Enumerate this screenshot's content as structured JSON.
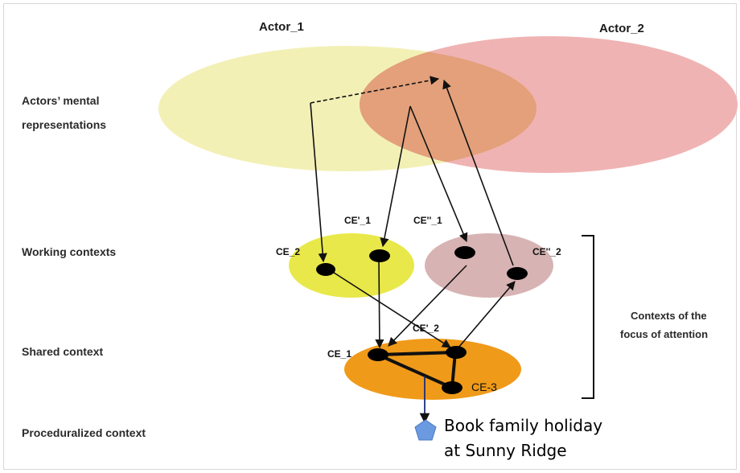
{
  "actors": {
    "a1": "Actor_1",
    "a2": "Actor_2"
  },
  "rows": {
    "mental": [
      "Actors’ mental",
      "representations"
    ],
    "working": "Working contexts",
    "shared": "Shared context",
    "procedural": "Proceduralized context"
  },
  "nodes": {
    "ce2": "CE_2",
    "ce1p": "CE'_1",
    "ce1pp": "CE''_1",
    "ce2pp": "CE''_2",
    "ce2p": "CE'_2",
    "ce1": "CE_1",
    "ce3": "CE-3"
  },
  "bracket_label": [
    "Contexts of the",
    "focus of attention"
  ],
  "result": [
    "Book family holiday",
    "at Sunny Ridge"
  ],
  "colors": {
    "actor1": "#f3f0b6",
    "actor2": "#f0b3b3",
    "overlap": "#e3a07a",
    "working1": "#e8e84a",
    "working2": "#d8b3b3",
    "shared": "#f09a1a",
    "pentagon": "#6b9ae0"
  }
}
